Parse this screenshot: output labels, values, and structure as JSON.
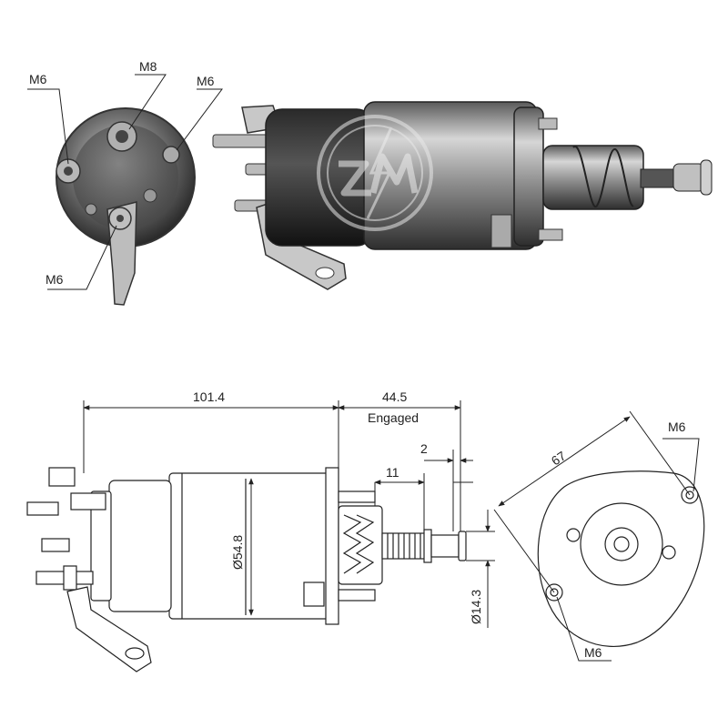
{
  "photo": {
    "end_view_labels": {
      "top_left": "M6",
      "top_center": "M8",
      "top_right": "M6",
      "bottom_left": "M6"
    }
  },
  "drawing": {
    "dim_length": "101.4",
    "dim_engaged_value": "44.5",
    "dim_engaged_label": "Engaged",
    "dim_gap": "2",
    "dim_stroke": "11",
    "dim_body_diameter": "Ø54.8",
    "dim_shaft_diameter": "Ø14.3",
    "dim_hole_spacing": "67",
    "hole_label_top": "M6",
    "hole_label_bottom": "M6"
  },
  "colors": {
    "ink": "#222222",
    "metal_light": "#c9c9c9",
    "metal_dark": "#3a3a3a",
    "copper": "#8a6a3a"
  }
}
